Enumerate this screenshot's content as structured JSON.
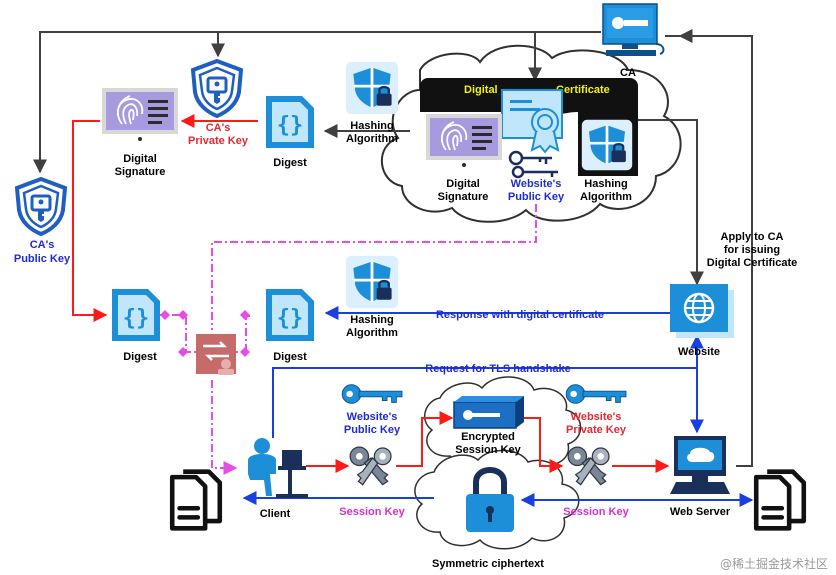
{
  "labels": {
    "ca": "CA",
    "digital_signature_left": [
      "Digital",
      "Signature"
    ],
    "ca_private_key": [
      "CA's",
      "Private Key"
    ],
    "digest_top": "Digest",
    "hashing_algorithm_top": [
      "Hashing",
      "Algorithm"
    ],
    "certificate_header_left": "Digital",
    "certificate_header_right": "Certificate",
    "cert_digital_signature": [
      "Digital",
      "Signature"
    ],
    "cert_websites_public_key": [
      "Website's",
      "Public Key"
    ],
    "cert_hashing_algorithm": [
      "Hashing",
      "Algorithm"
    ],
    "ca_public_key": [
      "CA's",
      "Public Key"
    ],
    "apply_to_ca": [
      "Apply to CA",
      "for issuing",
      "Digital Certificate"
    ],
    "digest_left": "Digest",
    "digest_mid": "Digest",
    "hashing_algorithm_mid": [
      "Hashing",
      "Algorithm"
    ],
    "response_with_certificate": "Response with digital certificate",
    "website": "Website",
    "request_tls": "Request for TLS handshake",
    "client_public_key": [
      "Website's",
      "Public Key"
    ],
    "encrypted_session_key": [
      "Encrypted",
      "Session Key"
    ],
    "server_private_key": [
      "Website's",
      "Private Key"
    ],
    "client": "Client",
    "session_key_left": "Session Key",
    "session_key_right": "Session Key",
    "web_server": "Web Server",
    "symmetric_ciphertext": "Symmetric ciphertext",
    "watermark": "@稀土掘金技术社区"
  },
  "colors": {
    "dark_arrow": "#404040",
    "red_arrow": "#ff1a1a",
    "blue_arrow": "#1a3fe0",
    "magenta_dash": "#e64ce6",
    "blue_text": "#1f2bd1",
    "red_text": "#e8282f",
    "magenta_text": "#d62fd6",
    "icon_blue": "#1c8fd8",
    "icon_light": "#bfe6fb",
    "certificate_bg": "#111111",
    "certificate_header": "#f2f20a"
  },
  "icons": {
    "ca": "computer-key-icon",
    "signature": "fingerprint-monitor-icon",
    "private_key": "keyhole-shield-icon",
    "digest": "braces-document-icon",
    "hashing": "shield-lock-icon",
    "certificate": "certificate-icon",
    "keys": "keys-icon",
    "website": "globe-icon",
    "client": "user-at-computer-icon",
    "server": "server-computer-icon",
    "compare": "compare-user-icon",
    "documents": "documents-icon",
    "lock": "padlock-icon"
  }
}
